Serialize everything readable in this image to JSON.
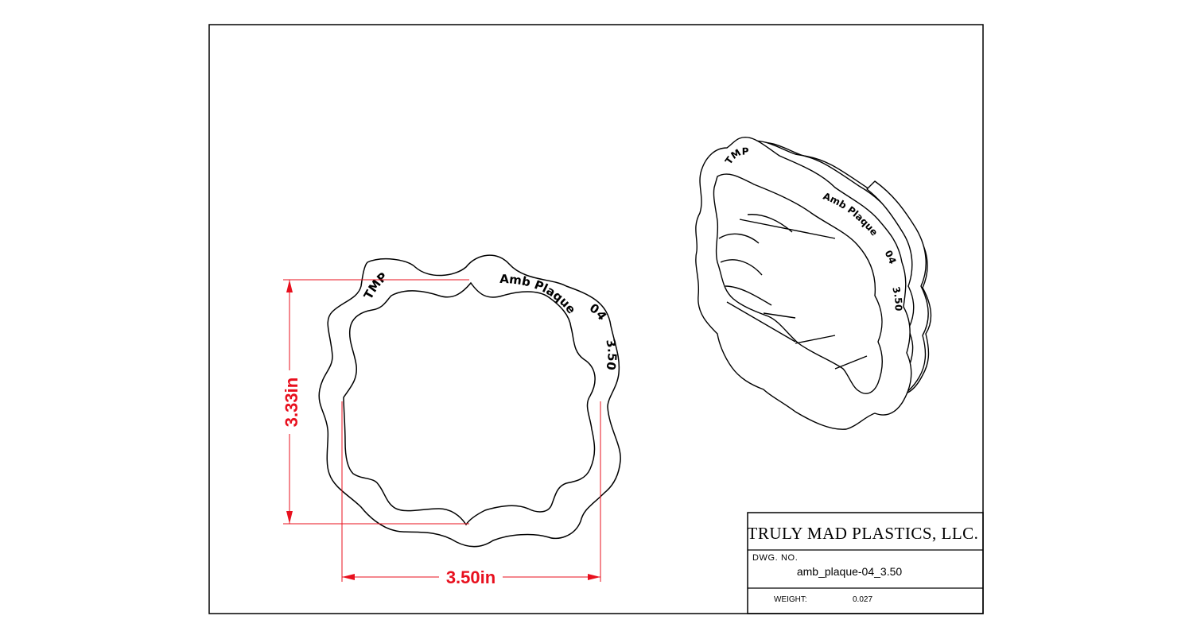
{
  "dimensions": {
    "height_label": "3.33in",
    "width_label": "3.50in"
  },
  "engraving": {
    "top_left": "TMP",
    "top_right": "Amb Plaque",
    "right_1": "04",
    "right_2": "3.50"
  },
  "iso_engraving": {
    "top_left": "TMP",
    "top_right": "Amb Plaque",
    "right_1": "04",
    "right_2": "3.50"
  },
  "title_block": {
    "company": "TRULY MAD PLASTICS, LLC.",
    "dwg_no_label": "DWG. NO.",
    "dwg_no_value": "amb_plaque-04_3.50",
    "weight_label": "WEIGHT:",
    "weight_value": "0.027"
  },
  "colors": {
    "dimension": "#e8101e",
    "linework": "#000000"
  }
}
